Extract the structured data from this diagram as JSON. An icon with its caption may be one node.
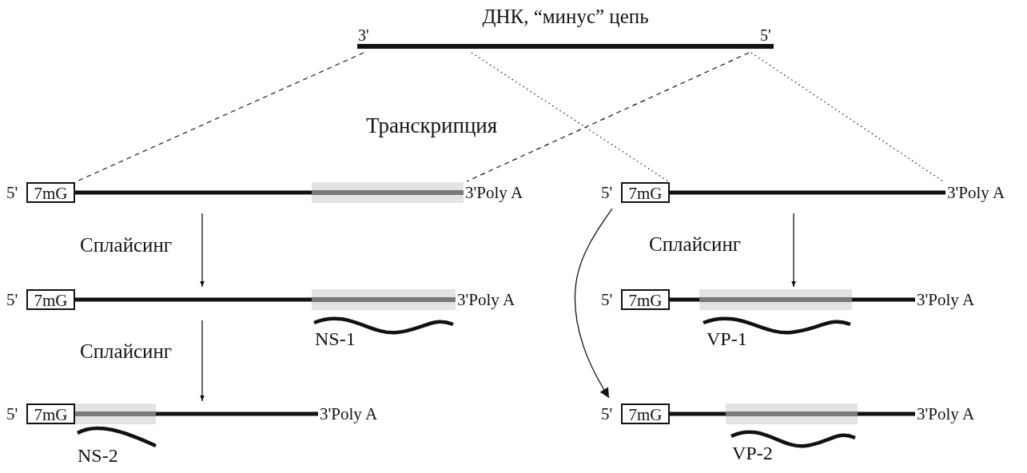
{
  "diagram": {
    "nodes": [
      {
        "text": [
          "ДНК, “минус” цепь",
          "3'",
          "5'"
        ]
      },
      {
        "text": [
          "5'",
          "7mG",
          "3'Poly A"
        ]
      },
      {
        "text": [
          "5'",
          "7mG",
          "3'Poly A"
        ]
      },
      {
        "text": [
          "5'",
          "7mG",
          "3'Poly A"
        ],
        "beside": [
          "NS-1"
        ]
      },
      {
        "text": [
          "5'",
          "7mG",
          "3'Poly A"
        ],
        "beside": [
          "VP-1"
        ]
      },
      {
        "text": [
          "5'",
          "7mG",
          "3'Poly A"
        ],
        "beside": [
          "NS-2"
        ]
      },
      {
        "text": [
          "5'",
          "7mG",
          "3'Poly A"
        ],
        "beside": [
          "VP-2"
        ]
      }
    ],
    "edges": [
      {
        "from": 0,
        "to": 1,
        "arrow": "none",
        "style": "dashed"
      },
      {
        "from": 0,
        "to": 1,
        "arrow": "none",
        "style": "dashed"
      },
      {
        "from": 0,
        "to": 2,
        "arrow": "none",
        "style": "dashed"
      },
      {
        "from": 0,
        "to": 2,
        "arrow": "none",
        "style": "dashed"
      },
      {
        "from": 1,
        "to": 3,
        "arrow": "to",
        "label": "Сплайсинг"
      },
      {
        "from": 2,
        "to": 4,
        "arrow": "to",
        "label": "Сплайсинг"
      },
      {
        "from": 3,
        "to": 5,
        "arrow": "to",
        "label": "Сплайсинг"
      },
      {
        "from": 2,
        "to": 6,
        "arrow": "to"
      }
    ],
    "labels": [
      "Транскрипция"
    ]
  }
}
